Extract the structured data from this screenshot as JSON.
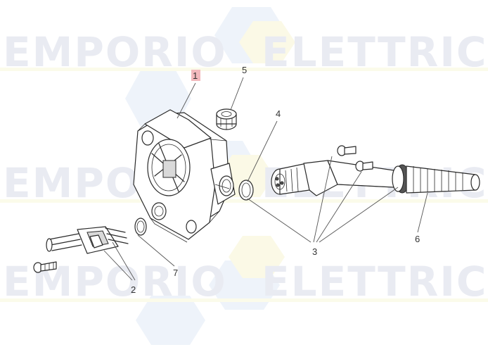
{
  "watermark": {
    "text_left": "EMPORIO",
    "text_right": "ELETTRICO"
  },
  "callouts": [
    {
      "id": "1",
      "label": "1",
      "highlighted": true
    },
    {
      "id": "2",
      "label": "2",
      "highlighted": false
    },
    {
      "id": "3",
      "label": "3",
      "highlighted": false
    },
    {
      "id": "4",
      "label": "4",
      "highlighted": false
    },
    {
      "id": "5",
      "label": "5",
      "highlighted": false
    },
    {
      "id": "6",
      "label": "6",
      "highlighted": false
    },
    {
      "id": "7",
      "label": "7",
      "highlighted": false
    }
  ],
  "colors": {
    "highlight": "#f2b9bd",
    "line": "#2a2a2a",
    "watermark_text": "#e9ebf2",
    "watermark_hex_blue": "#eef3fa",
    "watermark_hex_yellow": "#fbf9e6"
  }
}
